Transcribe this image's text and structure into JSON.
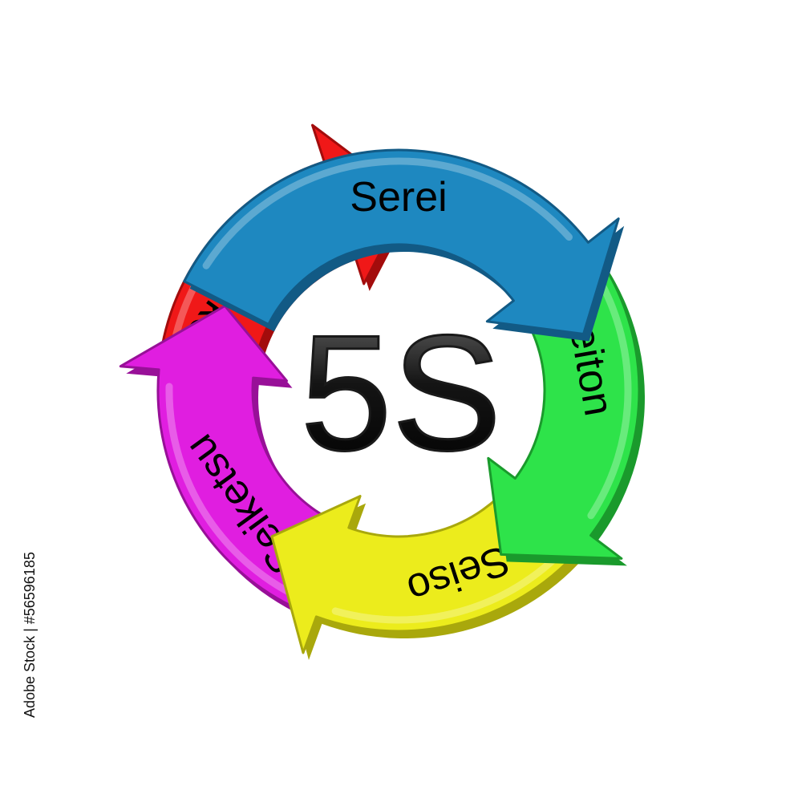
{
  "diagram": {
    "center_title": "5S",
    "steps": [
      {
        "label": "Serei",
        "color": "#1e88c0",
        "edge": "#125a85"
      },
      {
        "label": "Seiton",
        "color": "#2ee34a",
        "edge": "#1a9a2c"
      },
      {
        "label": "Seiso",
        "color": "#ecec1c",
        "edge": "#a9a80c"
      },
      {
        "label": "Seiketsu",
        "color": "#e01ee0",
        "edge": "#981098"
      },
      {
        "label": "Shitsuke",
        "color": "#f01818",
        "edge": "#a30c0c"
      }
    ]
  },
  "watermark": {
    "stock_id": "Adobe Stock | #56596185"
  }
}
